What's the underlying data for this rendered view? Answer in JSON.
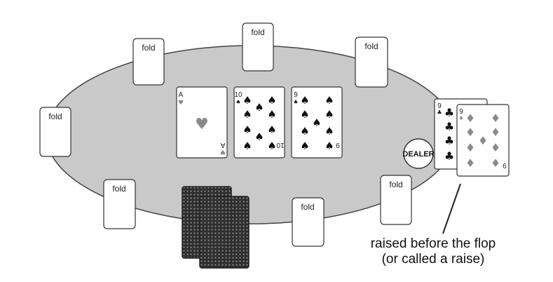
{
  "seats": [
    {
      "id": "left",
      "label": "fold"
    },
    {
      "id": "top-left",
      "label": "fold"
    },
    {
      "id": "top-center",
      "label": "fold"
    },
    {
      "id": "top-right",
      "label": "fold"
    },
    {
      "id": "bottom-left",
      "label": "fold"
    },
    {
      "id": "bottom-center",
      "label": "fold"
    },
    {
      "id": "bottom-right",
      "label": "fold"
    }
  ],
  "board": [
    {
      "rank": "A",
      "suit": "hearts"
    },
    {
      "rank": "10",
      "suit": "spades"
    },
    {
      "rank": "9",
      "suit": "spades"
    }
  ],
  "player_hand": [
    {
      "rank": "9",
      "suit": "clubs"
    },
    {
      "rank": "9",
      "suit": "diamonds"
    }
  ],
  "dealer_button": "DEALER",
  "annotation": {
    "line1": "raised before the flop",
    "line2": "(or called a raise)"
  },
  "colors": {
    "table": "#c9c9c9",
    "card": "#ffffff",
    "suit_red_gray": "#8a8a8a",
    "suit_black": "#111111",
    "card_back": "#333333"
  }
}
